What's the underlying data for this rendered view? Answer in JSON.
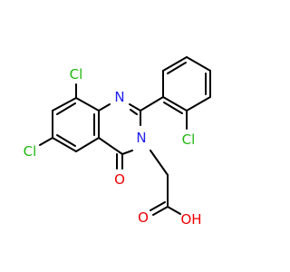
{
  "molecule": {
    "colors": {
      "carbon_bond": "#000000",
      "chlorine": "#1fb80f",
      "nitrogen": "#2020ee",
      "oxygen": "#ee0000"
    },
    "atoms": {
      "cl8": {
        "label": "Cl",
        "element": "chlorine"
      },
      "cl6": {
        "label": "Cl",
        "element": "chlorine"
      },
      "cl2p": {
        "label": "Cl",
        "element": "chlorine"
      },
      "n1": {
        "label": "N",
        "element": "nitrogen"
      },
      "n3": {
        "label": "N",
        "element": "nitrogen"
      },
      "o4": {
        "label": "O",
        "element": "oxygen"
      },
      "o_carbonyl": {
        "label": "O",
        "element": "oxygen"
      },
      "o_hydroxyl": {
        "label": "OH",
        "element": "oxygen"
      }
    }
  }
}
